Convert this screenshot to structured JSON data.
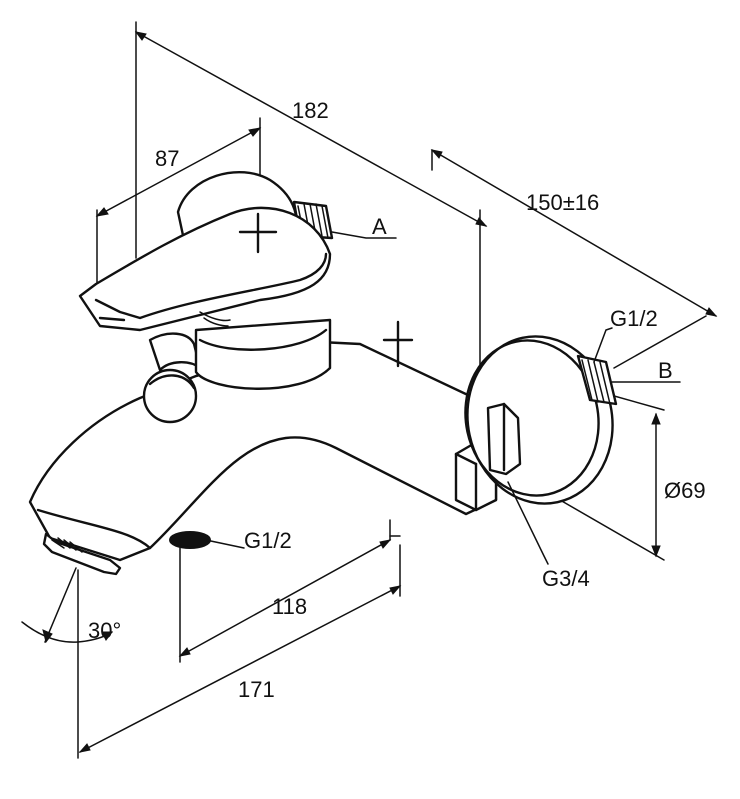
{
  "labels": {
    "dim_182": "182",
    "dim_87": "87",
    "dim_150": "150±16",
    "dim_118": "118",
    "dim_171": "171",
    "dim_69": "Ø69",
    "angle_30": "30°",
    "thread_top": "G1/2",
    "thread_bottom": "G1/2",
    "thread_g34": "G3/4",
    "ref_a": "A",
    "ref_b": "B"
  }
}
